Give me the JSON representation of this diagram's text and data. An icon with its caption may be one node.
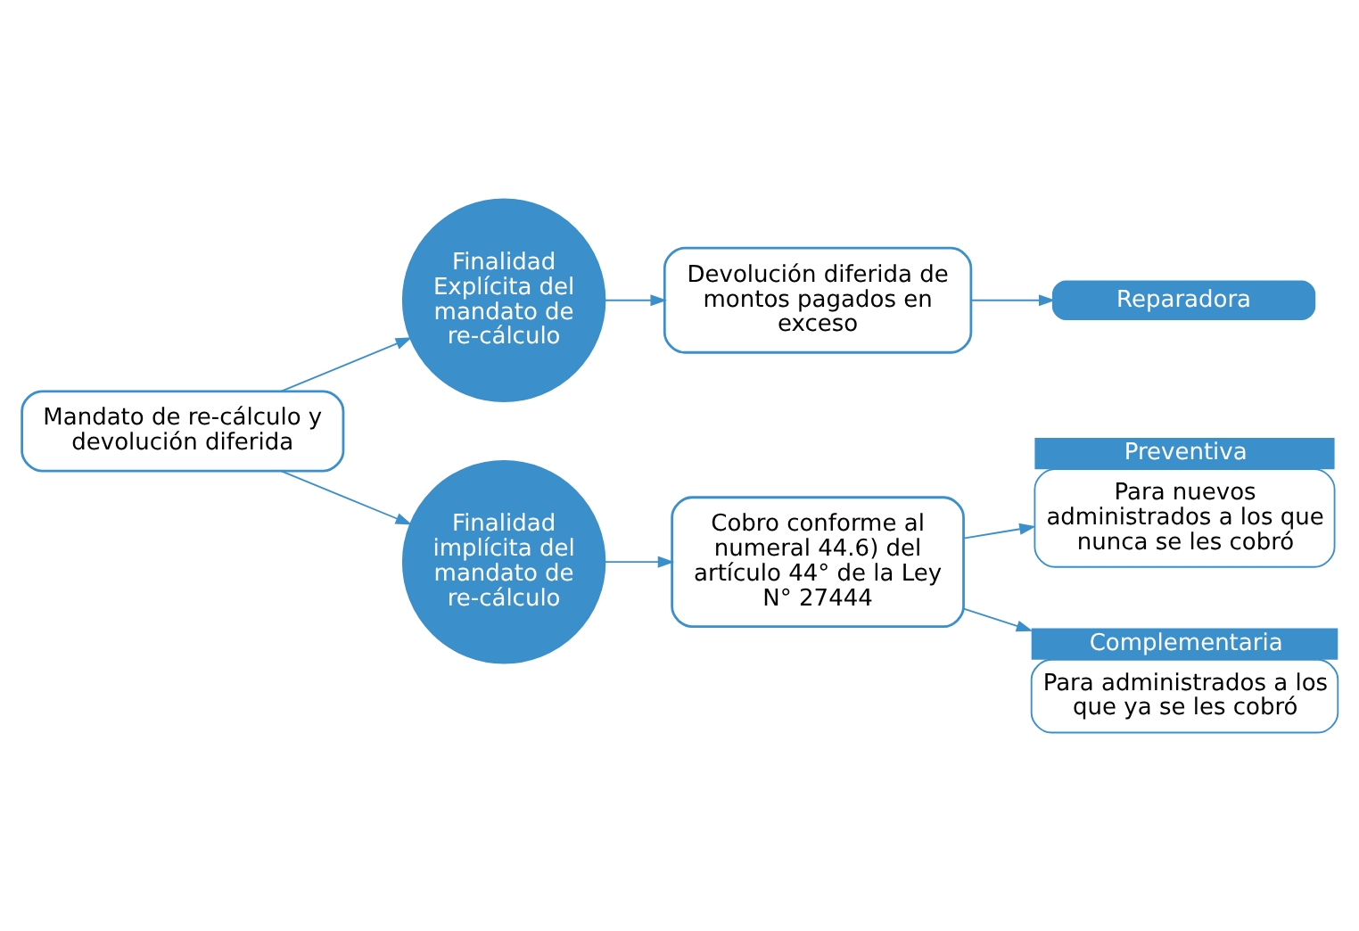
{
  "diagram": {
    "nodes": [
      {
        "text": [
          "Finalidad Explícita del mandato de re-cálculo"
        ]
      },
      {
        "text": [
          "Devolución diferida de montos pagados en exceso"
        ]
      },
      {
        "text": [
          "Reparadora"
        ]
      },
      {
        "text": [
          "Mandato de re-cálculo y devolución diferida"
        ]
      },
      {
        "text": [
          "Finalidad implícita del mandato de re-cálculo"
        ]
      },
      {
        "text": [
          "Cobro conforme al numeral 44.6) del artículo 44° de la Ley N° 27444"
        ]
      },
      {
        "text": [
          "Preventiva",
          "Para nuevos administrados a los que nunca se les cobró"
        ]
      },
      {
        "text": [
          "Complementaria",
          "Para administrados a los que ya se les cobró"
        ]
      }
    ],
    "edges": [
      {
        "from": 3,
        "to": 0,
        "arrow": "to"
      },
      {
        "from": 0,
        "to": 1,
        "arrow": "to"
      },
      {
        "from": 1,
        "to": 2,
        "arrow": "to"
      },
      {
        "from": 3,
        "to": 4,
        "arrow": "to"
      },
      {
        "from": 4,
        "to": 5,
        "arrow": "to"
      },
      {
        "from": 5,
        "to": 6,
        "arrow": "to"
      },
      {
        "from": 5,
        "to": 7,
        "arrow": "to"
      }
    ]
  }
}
